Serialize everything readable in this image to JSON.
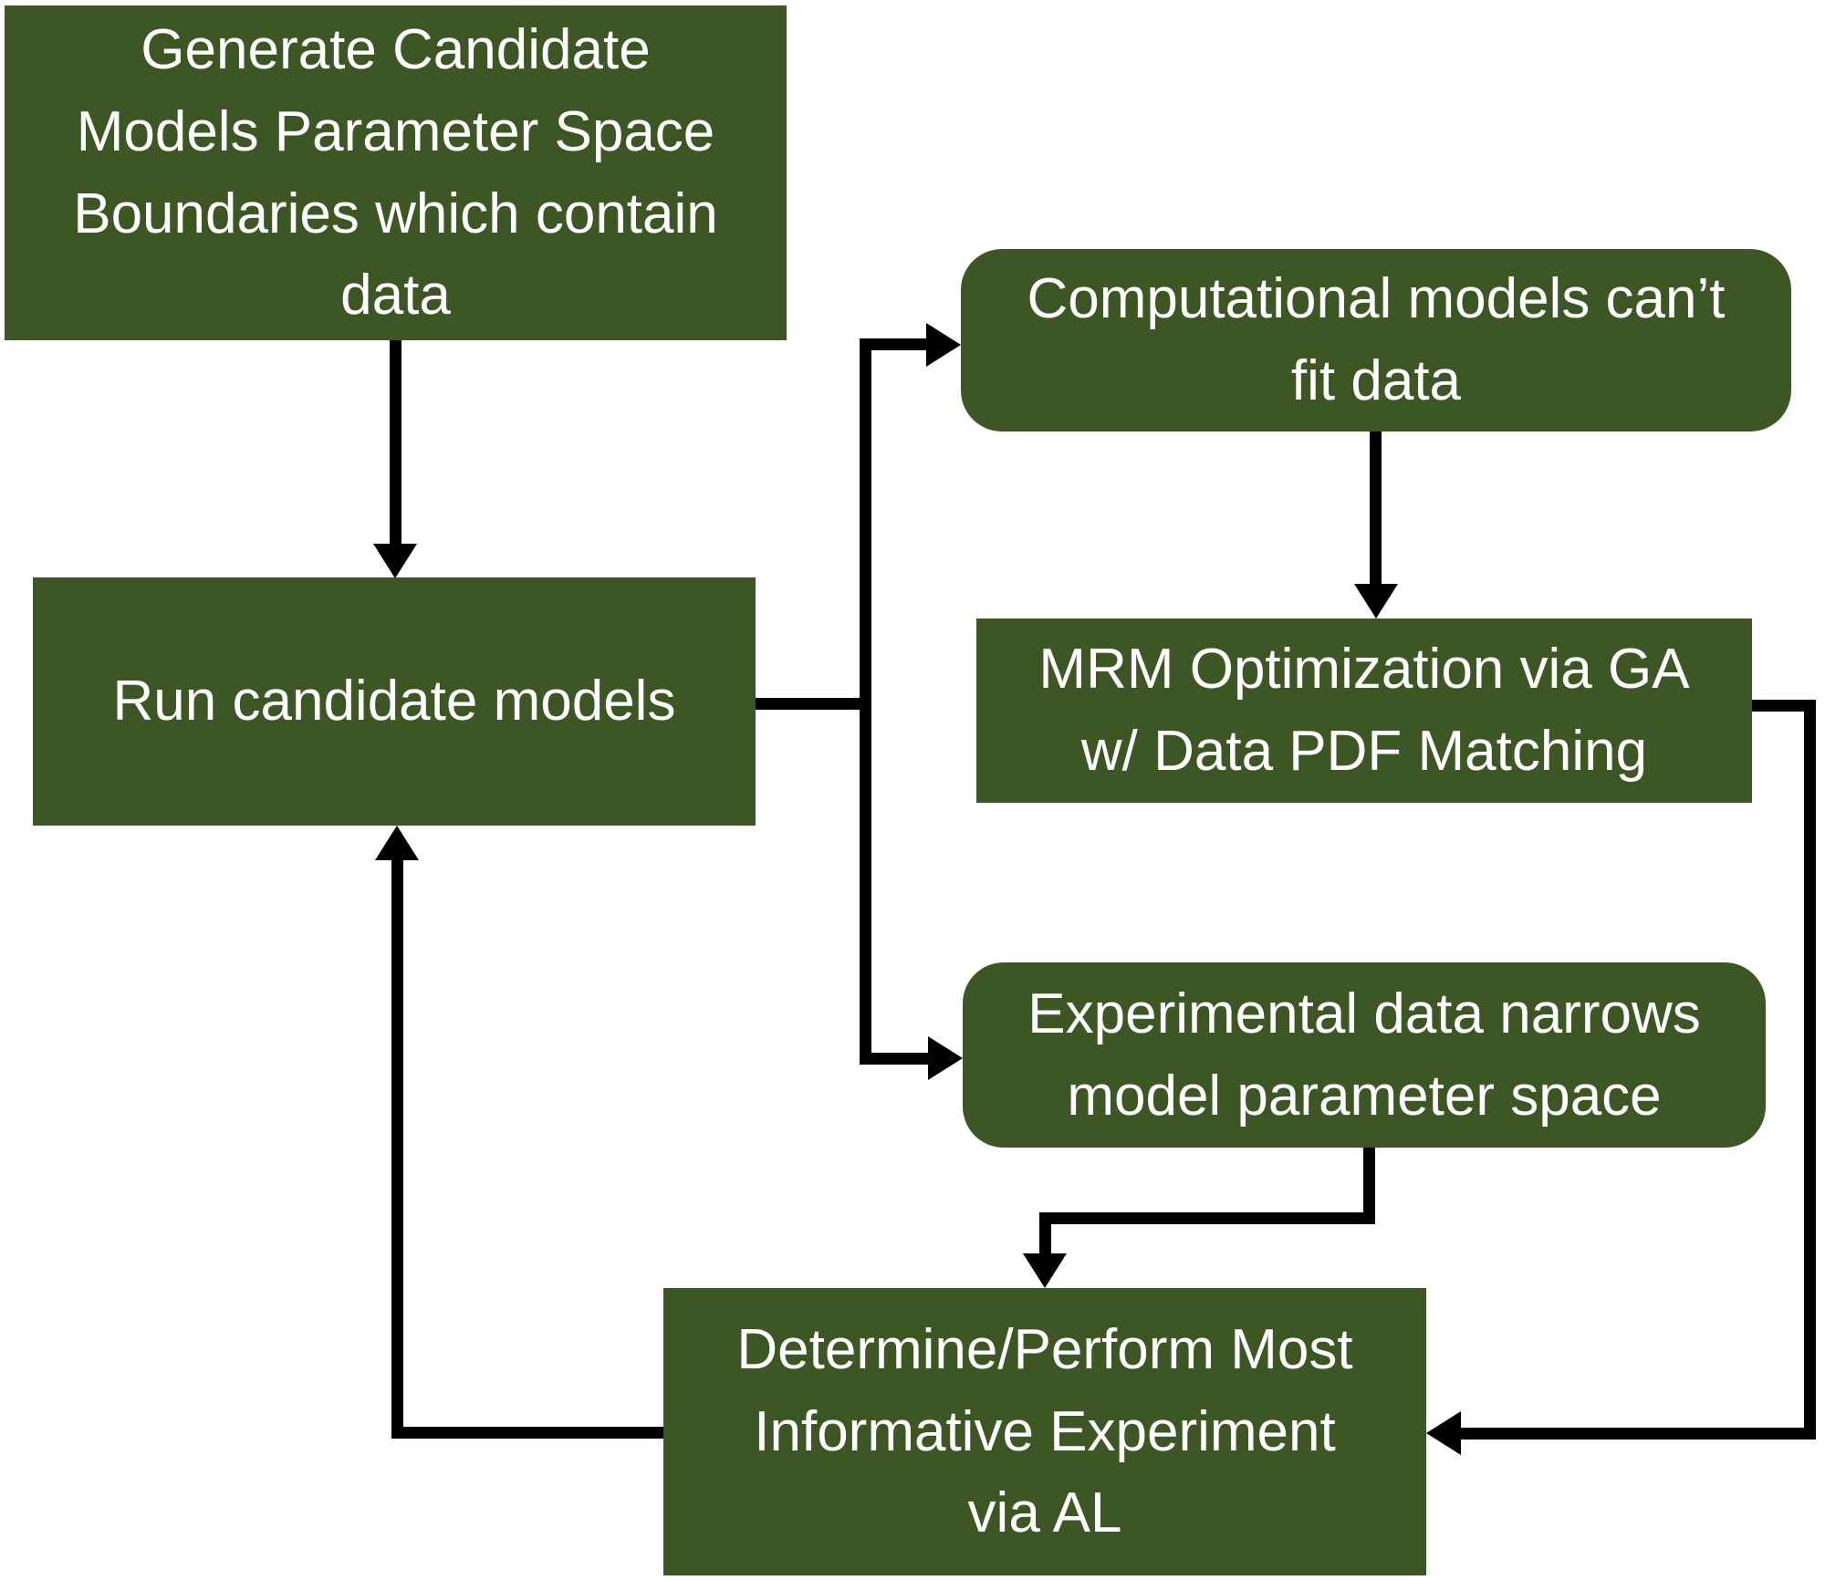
{
  "theme": {
    "background": "#ffffff",
    "node_fill": "#3c5723",
    "node_text_color": "#ffffff",
    "connector_color": "#000000"
  },
  "diagram": {
    "type": "flowchart",
    "nodes": {
      "generate": {
        "label": "Generate Candidate\nModels Parameter Space\nBoundaries which contain\ndata",
        "shape": "rectangle"
      },
      "run": {
        "label": "Run candidate models",
        "shape": "rectangle"
      },
      "computational": {
        "label": "Computational models can’t\nfit data",
        "shape": "rounded-rectangle"
      },
      "mrm": {
        "label": "MRM Optimization via GA\nw/ Data PDF Matching",
        "shape": "rectangle"
      },
      "experimental": {
        "label": "Experimental data narrows\nmodel parameter space",
        "shape": "rounded-rectangle"
      },
      "determine": {
        "label": "Determine/Perform Most\nInformative Experiment\nvia AL",
        "shape": "rectangle"
      }
    },
    "edges": [
      {
        "from": "generate",
        "to": "run"
      },
      {
        "from": "run",
        "to": "computational"
      },
      {
        "from": "run",
        "to": "experimental"
      },
      {
        "from": "computational",
        "to": "mrm"
      },
      {
        "from": "mrm",
        "to": "determine"
      },
      {
        "from": "experimental",
        "to": "determine"
      },
      {
        "from": "determine",
        "to": "run"
      }
    ]
  }
}
